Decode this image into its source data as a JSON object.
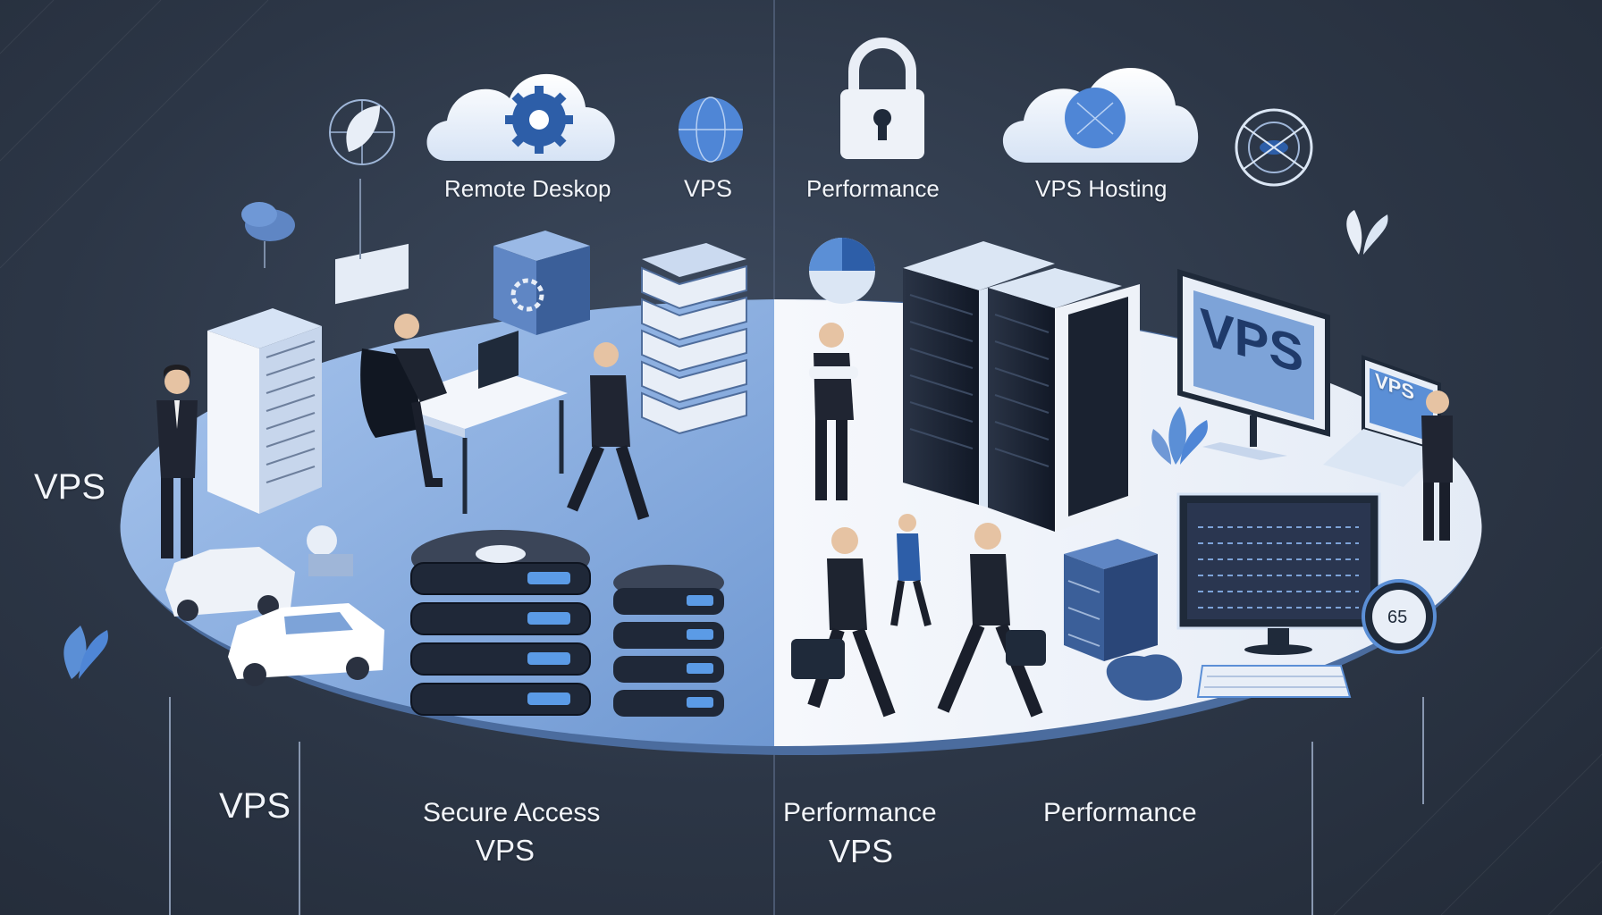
{
  "labels": {
    "remote_desktop": "Remote Deskop",
    "vps_top": "VPS",
    "performance_top": "Performance",
    "vps_hosting": "VPS Hosting",
    "vps_left": "VPS",
    "vps_bottom_left": "VPS",
    "secure_access": "Secure Access",
    "vps_under_secure": "VPS",
    "performance_bottom_mid": "Performance",
    "vps_under_performance": "VPS",
    "performance_bottom_right": "Performance",
    "monitor_text": "VPS",
    "laptop_text": "VPS",
    "gauge_text": "65"
  },
  "icons": {
    "cloud_gear": "cloud-gear-icon",
    "globe": "globe-icon",
    "lock": "padlock-icon",
    "cloud_globe": "cloud-globe-icon",
    "leaf_compass": "leaf-compass-icon",
    "radar": "radar-icon",
    "pie": "pie-chart-icon"
  },
  "colors": {
    "accent_blue": "#5b8fd6",
    "platform_left": "#8fb3e4",
    "platform_right": "#eef3fa",
    "background": "#2c3646",
    "server_dark": "#1f2a3a"
  }
}
